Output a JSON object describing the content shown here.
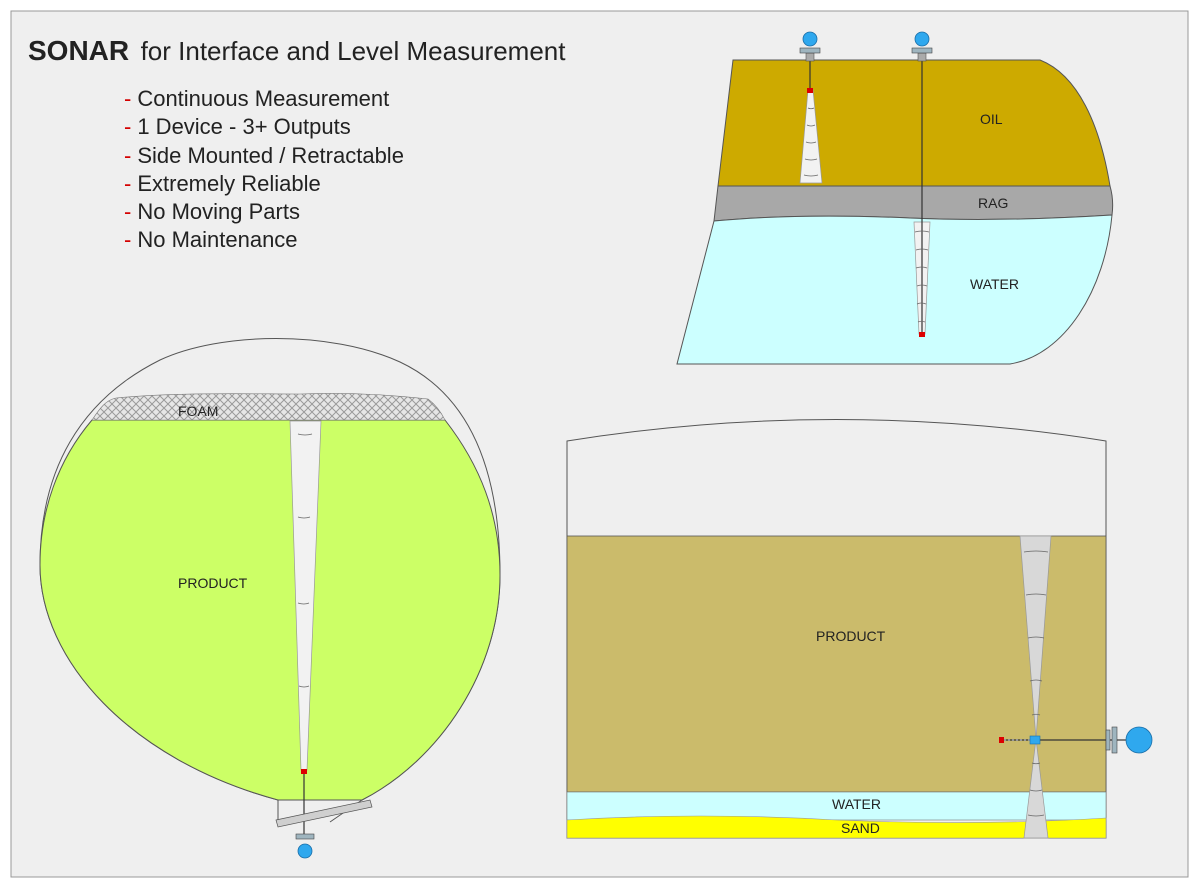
{
  "title": {
    "bold": "SONAR",
    "rest": "for Interface and Level Measurement"
  },
  "bullets": {
    "dash": "-",
    "items": [
      "Continuous Measurement",
      "1 Device - 3+ Outputs",
      "Side Mounted / Retractable",
      "Extremely Reliable",
      "No Moving Parts",
      "No Maintenance"
    ]
  },
  "vessel_top_right": {
    "oil": "OIL",
    "rag": "RAG",
    "water": "WATER"
  },
  "vessel_sphere": {
    "foam": "FOAM",
    "product": "PRODUCT"
  },
  "vessel_tank": {
    "product": "PRODUCT",
    "water": "WATER",
    "sand": "SAND"
  },
  "colors": {
    "background": "#efefef",
    "oil": "#cdaa00",
    "rag": "#a8a8a8",
    "water": "#ccffff",
    "sphere_product": "#ccff66",
    "tank_product": "#cbbb6b",
    "sand": "#ffff00",
    "beam": "#f2f2f2",
    "transducer": "#2fa8ee",
    "sensor_red": "#dd0000"
  }
}
